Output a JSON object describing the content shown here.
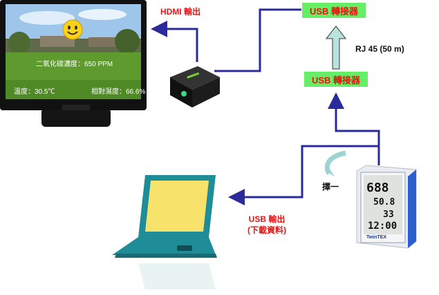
{
  "tv": {
    "co2_text": "二氧化碳濃度：650 PPM",
    "temp_text": "溫度：30.5℃",
    "humidity_text": "相對濕度：66.6%"
  },
  "labels": {
    "hdmi_output": "HDMI 輸出",
    "usb_adapter_top": "USB 轉接器",
    "usb_adapter_bottom": "USB 轉接器",
    "rj45": "RJ 45 (50 m)",
    "choose_one": "擇一",
    "usb_output_line1": "USB 輸出",
    "usb_output_line2": "(下載資料)"
  },
  "device": {
    "brand": "TwinTEX",
    "reading_co2": "688",
    "reading_temp": "50.8",
    "reading_hum": "33",
    "reading_time": "12:00"
  },
  "colors": {
    "connector_line": "#2a2a9a",
    "adapter_fill": "#66ee66",
    "label_red": "#ee1111",
    "laptop_teal": "#1f8d97",
    "laptop_screen": "#f7e26b"
  }
}
